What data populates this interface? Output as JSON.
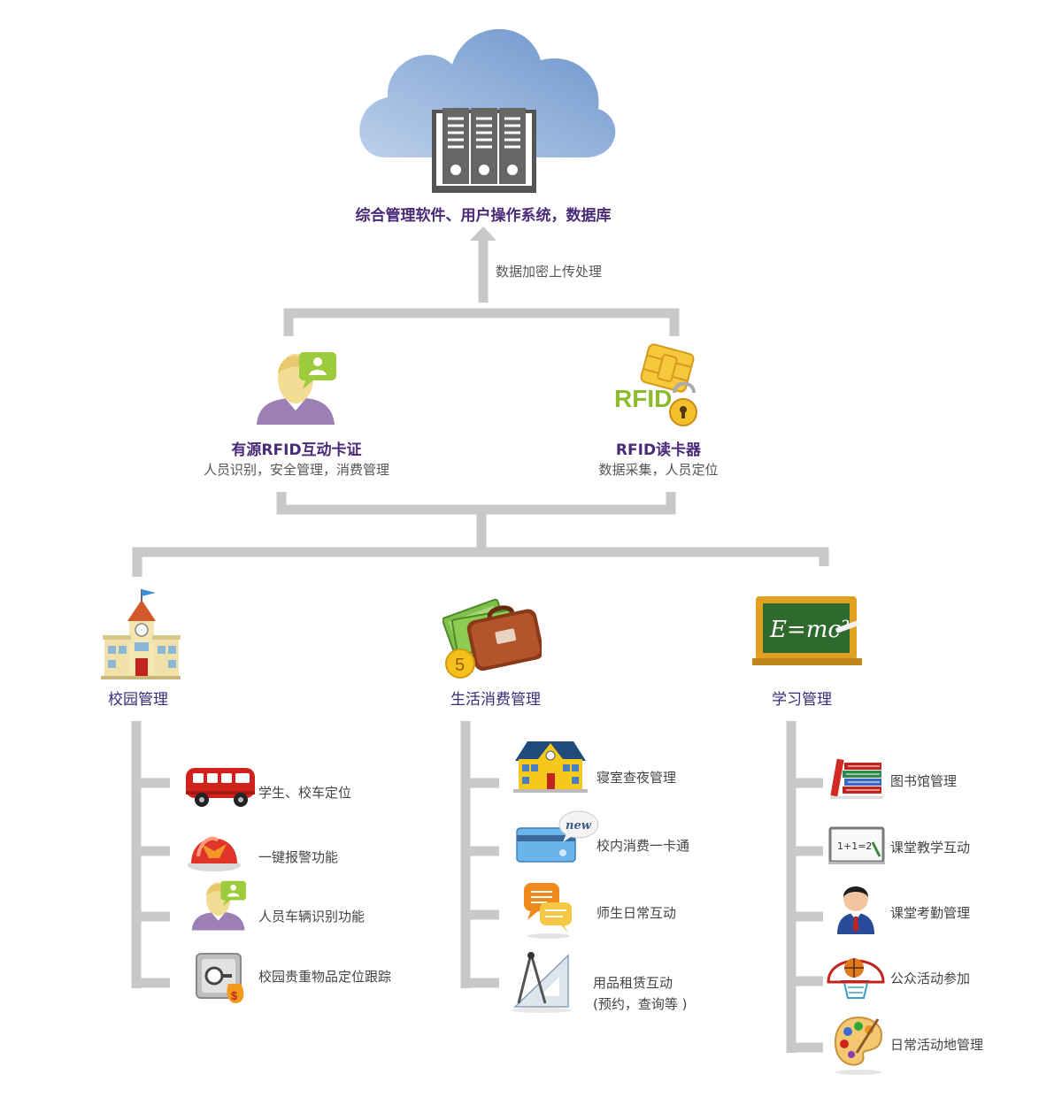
{
  "top": {
    "title": "综合管理软件、用户操作系统，数据库",
    "arrow_label": "数据加密上传处理",
    "icon": "server-cloud-icon"
  },
  "middle": [
    {
      "title": "有源RFID互动卡证",
      "subtitle": "人员识别，安全管理，消费管理",
      "icon": "person-chat-icon"
    },
    {
      "title": "RFID读卡器",
      "subtitle": "数据采集，人员定位",
      "icon": "rfid-chip-lock-icon",
      "badge": "RFID"
    }
  ],
  "categories": [
    {
      "title": "校园管理",
      "icon": "school-building-icon",
      "items": [
        {
          "label": "学生、校车定位",
          "icon": "bus-icon"
        },
        {
          "label": "一键报警功能",
          "icon": "alarm-light-icon"
        },
        {
          "label": "人员车辆识别功能",
          "icon": "person-chat-icon"
        },
        {
          "label": "校园贵重物品定位跟踪",
          "icon": "safe-money-icon"
        }
      ]
    },
    {
      "title": "生活消费管理",
      "icon": "money-briefcase-icon",
      "coin_label": "5",
      "items": [
        {
          "label": "寝室查夜管理",
          "icon": "dormitory-house-icon"
        },
        {
          "label": "校内消费一卡通",
          "icon": "new-card-icon",
          "badge": "new"
        },
        {
          "label": "师生日常互动",
          "icon": "chat-bubbles-icon"
        },
        {
          "label": "用品租赁互动",
          "label2": "(预约，查询等 )",
          "icon": "drafting-tools-icon"
        }
      ]
    },
    {
      "title": "学习管理",
      "icon": "chalkboard-icon",
      "board_text": "E=mc²",
      "items": [
        {
          "label": "图书馆管理",
          "icon": "books-icon"
        },
        {
          "label": "课堂教学互动",
          "icon": "whiteboard-icon",
          "board_text": "1+1=2"
        },
        {
          "label": "课堂考勤管理",
          "icon": "student-avatar-icon"
        },
        {
          "label": "公众活动参加",
          "icon": "basketball-hoop-icon"
        },
        {
          "label": "日常活动地管理",
          "icon": "paint-palette-icon"
        }
      ]
    }
  ],
  "colors": {
    "accent": "#4a2a78",
    "line": "#c8c8c8",
    "cloud": "#7fa3d4"
  }
}
